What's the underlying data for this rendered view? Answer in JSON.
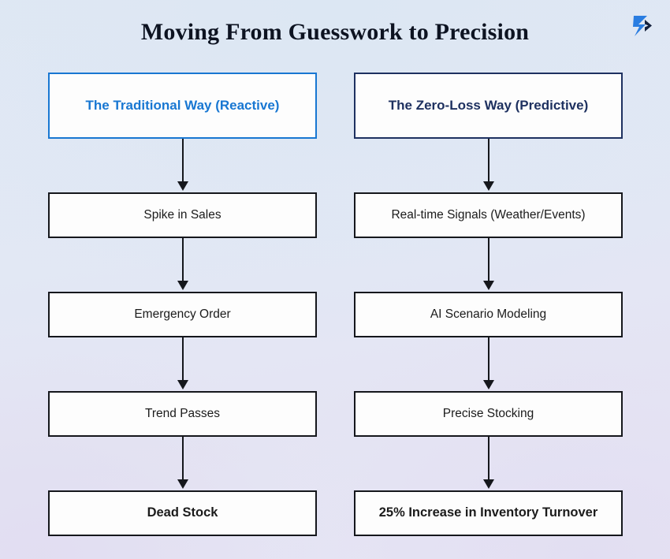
{
  "title": "Moving From Guesswork to Precision",
  "logo": {
    "name": "brand-chevron-logo",
    "primary_color": "#2a7de1",
    "accent_color": "#14213d"
  },
  "colors": {
    "reactive_accent": "#1877d2",
    "predictive_accent": "#1e3160",
    "node_border": "#15171c",
    "node_fill": "#fdfdfd",
    "title_color": "#0d1321"
  },
  "columns": [
    {
      "id": "traditional",
      "header": "The Traditional Way (Reactive)",
      "steps": [
        {
          "label": "Spike in Sales",
          "emphasis": false
        },
        {
          "label": "Emergency Order",
          "emphasis": false
        },
        {
          "label": "Trend Passes",
          "emphasis": false
        },
        {
          "label": "Dead Stock",
          "emphasis": true
        }
      ]
    },
    {
      "id": "zero-loss",
      "header": "The Zero-Loss Way (Predictive)",
      "steps": [
        {
          "label": "Real-time Signals (Weather/Events)",
          "emphasis": false
        },
        {
          "label": "AI Scenario Modeling",
          "emphasis": false
        },
        {
          "label": "Precise Stocking",
          "emphasis": false
        },
        {
          "label": "25% Increase in Inventory Turnover",
          "emphasis": true
        }
      ]
    }
  ]
}
